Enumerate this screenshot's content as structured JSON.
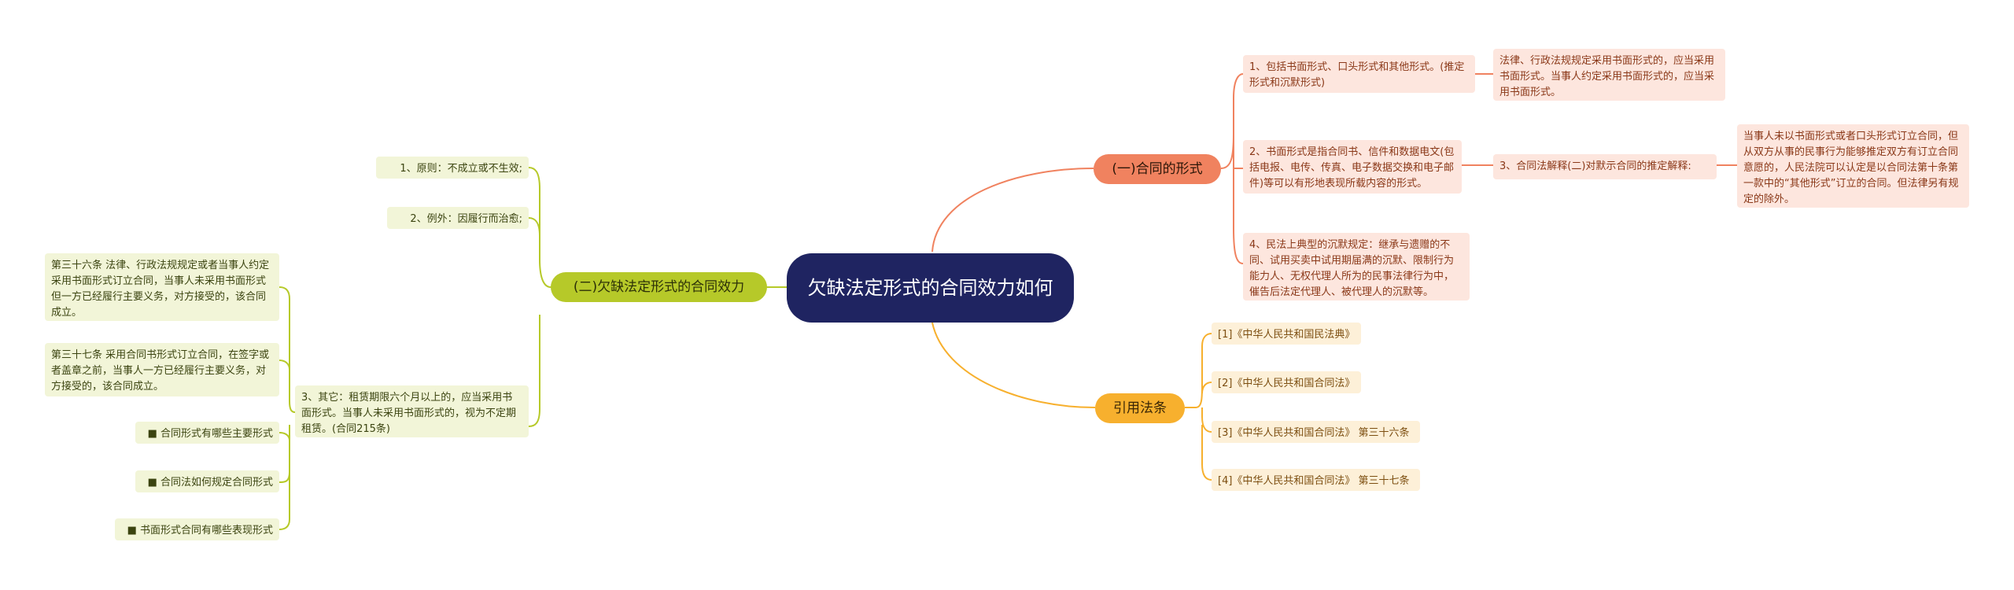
{
  "root": {
    "title": "欠缺法定形式的合同效力如何"
  },
  "branch1": {
    "title": "(一)合同的形式",
    "item1": "1、包括书面形式、口头形式和其他形式。(推定形式和沉默形式)",
    "item1_note": "法律、行政法规规定采用书面形式的，应当采用书面形式。当事人约定采用书面形式的，应当采用书面形式。",
    "item2": "2、书面形式是指合同书、信件和数据电文(包括电报、电传、传真、电子数据交换和电子邮件)等可以有形地表现所载内容的形式。",
    "item2_sub": "3、合同法解释(二)对默示合同的推定解释:",
    "item2_sub_note": "当事人未以书面形式或者口头形式订立合同，但从双方从事的民事行为能够推定双方有订立合同意愿的，人民法院可以认定是以合同法第十条第一款中的“其他形式”订立的合同。但法律另有规定的除外。",
    "item4": "4、民法上典型的沉默规定：继承与遗赠的不同、试用买卖中试用期届满的沉默、限制行为能力人、无权代理人所为的民事法律行为中，催告后法定代理人、被代理人的沉默等。"
  },
  "branch2": {
    "title": "(二)欠缺法定形式的合同效力",
    "item1": "1、原则：不成立或不生效;",
    "item2": "2、例外：因履行而治愈;",
    "item3": "3、其它：租赁期限六个月以上的，应当采用书面形式。当事人未采用书面形式的，视为不定期租赁。(合同215条)",
    "sub1": "第三十六条 法律、行政法规规定或者当事人约定采用书面形式订立合同，当事人未采用书面形式但一方已经履行主要义务，对方接受的，该合同成立。",
    "sub2": "第三十七条 采用合同书形式订立合同，在签字或者盖章之前，当事人一方已经履行主要义务，对方接受的，该合同成立。",
    "sub3": "■ 合同形式有哪些主要形式",
    "sub4": "■ 合同法如何规定合同形式",
    "sub5": "■ 书面形式合同有哪些表现形式"
  },
  "branch3": {
    "title": "引用法条",
    "ref1": "[1]《中华人民共和国民法典》",
    "ref2": "[2]《中华人民共和国合同法》",
    "ref3": "[3]《中华人民共和国合同法》 第三十六条",
    "ref4": "[4]《中华人民共和国合同法》 第三十七条"
  },
  "colors": {
    "root": "#1f2461",
    "branch_red": "#f0825f",
    "branch_green": "#b6c929",
    "branch_orange": "#f7b02e"
  }
}
